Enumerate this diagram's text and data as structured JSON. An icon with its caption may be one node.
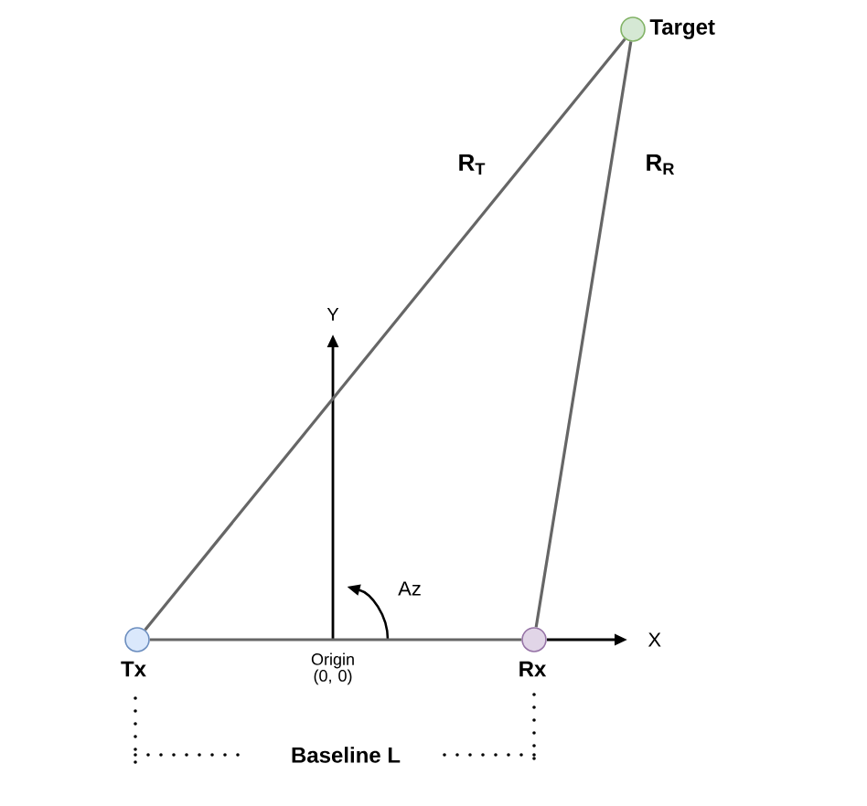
{
  "diagram": {
    "nodes": [
      {
        "text": [
          "Target"
        ]
      },
      {
        "text": [
          "Tx"
        ]
      },
      {
        "text": [
          "Rx"
        ]
      }
    ],
    "edges": [
      {
        "from": 1,
        "to": 0,
        "arrow": "none",
        "label": "R$_{T}$"
      },
      {
        "from": 2,
        "to": 0,
        "arrow": "none",
        "label": "R$_{R}$"
      },
      {
        "from": 1,
        "to": 2,
        "arrow": "none"
      }
    ],
    "labels": [
      "Y",
      "Az",
      "X",
      "Origin (0, 0)",
      "Baseline L"
    ]
  }
}
